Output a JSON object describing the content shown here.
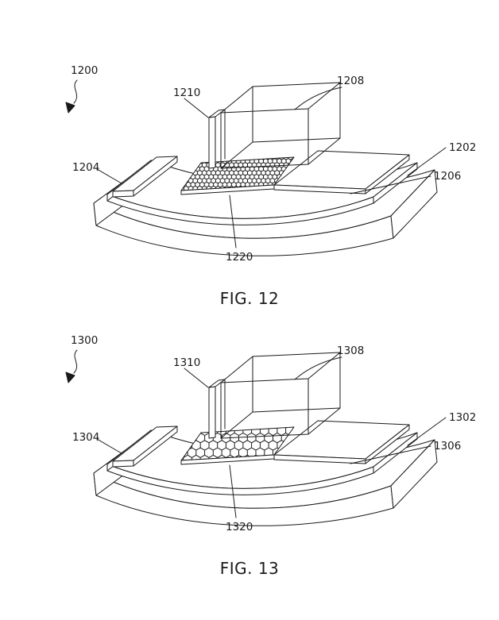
{
  "page": {
    "background": "#ffffff",
    "ink": "#1a1a1a"
  },
  "figures": [
    {
      "caption": "FIG. 12",
      "mesh_density": "dense",
      "labels": {
        "assembly": "1200",
        "thin_strip": "1210",
        "back_block": "1208",
        "substrate": "1202",
        "base_layer": "1206",
        "left_strip": "1204",
        "mesh": "1220"
      }
    },
    {
      "caption": "FIG. 13",
      "mesh_density": "sparse",
      "labels": {
        "assembly": "1300",
        "thin_strip": "1310",
        "back_block": "1308",
        "substrate": "1302",
        "base_layer": "1306",
        "left_strip": "1304",
        "mesh": "1320"
      }
    }
  ]
}
